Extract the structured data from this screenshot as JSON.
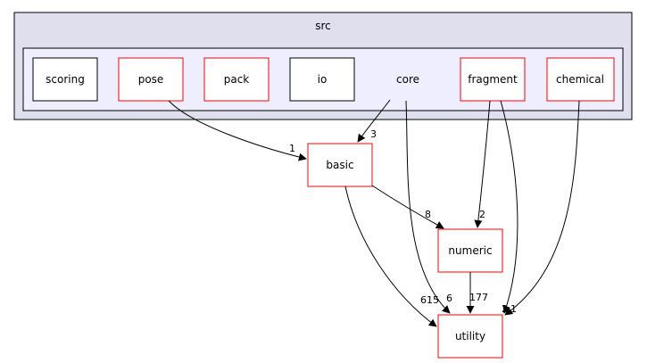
{
  "outer_cluster": {
    "label": "src",
    "fill": "#dfdfee",
    "stroke": "#000000"
  },
  "inner_cluster": {
    "label": "core",
    "fill": "#eeeeff",
    "stroke": "#000000"
  },
  "nodes": {
    "scoring": {
      "label": "scoring",
      "border": "#000000"
    },
    "pose": {
      "label": "pose",
      "border": "#ff0000"
    },
    "pack": {
      "label": "pack",
      "border": "#ff0000"
    },
    "io": {
      "label": "io",
      "border": "#000000"
    },
    "fragment": {
      "label": "fragment",
      "border": "#ff0000"
    },
    "chemical": {
      "label": "chemical",
      "border": "#ff0000"
    },
    "basic": {
      "label": "basic",
      "border": "#ff0000"
    },
    "numeric": {
      "label": "numeric",
      "border": "#ff0000"
    },
    "utility": {
      "label": "utility",
      "border": "#ff0000"
    }
  },
  "edges": [
    {
      "id": "pose-basic",
      "label": "1"
    },
    {
      "id": "core-basic",
      "label": "3"
    },
    {
      "id": "core-utility",
      "label": "6"
    },
    {
      "id": "basic-numeric",
      "label": "8"
    },
    {
      "id": "basic-utility",
      "label": "615"
    },
    {
      "id": "fragment-numeric",
      "label": "2"
    },
    {
      "id": "fragment-utility",
      "label": "2"
    },
    {
      "id": "chemical-utility",
      "label": "1"
    },
    {
      "id": "numeric-utility",
      "label": "177"
    }
  ]
}
